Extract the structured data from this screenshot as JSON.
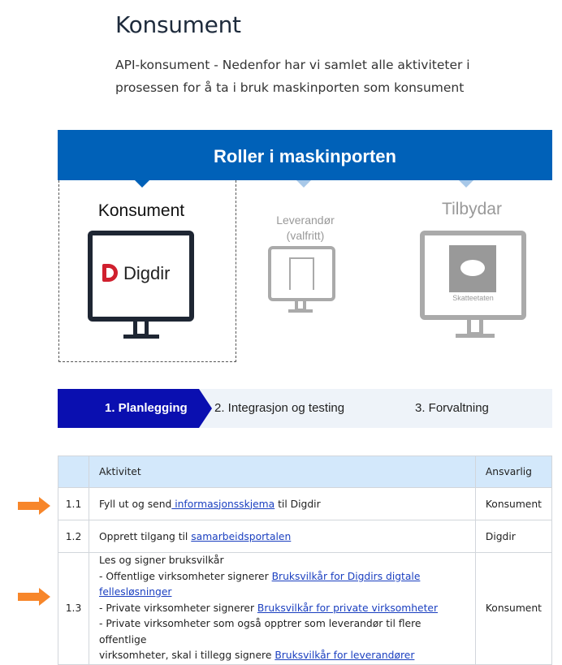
{
  "page": {
    "title": "Konsument",
    "intro": "API-konsument - Nedenfor har vi samlet alle aktiviteter i prosessen for å ta i bruk maskinporten som konsument"
  },
  "figure": {
    "banner": "Roller i maskinporten",
    "roles": [
      {
        "label": "Konsument",
        "logo_text": "Digdir"
      },
      {
        "label": "Leverandør",
        "sublabel": "(valfritt)"
      },
      {
        "label": "Tilbydar",
        "logo_text": "Skatteetaten"
      }
    ],
    "steps": [
      "1. Planlegging",
      "2. Integrasjon og testing",
      "3. Forvaltning"
    ],
    "colors": {
      "banner": "#0061b8",
      "active_step": "#0a0fb0",
      "digdir_red": "#d0202e"
    }
  },
  "table": {
    "headers": [
      "",
      "Aktivitet",
      "Ansvarlig"
    ],
    "rows": [
      {
        "num": "1.1",
        "pre": "Fyll ut og send",
        "link": " informasjonsskjema",
        "post": " til Digdir",
        "resp": "Konsument",
        "highlighted": true
      },
      {
        "num": "1.2",
        "pre": "Opprett tilgang til ",
        "link": "samarbeidsportalen",
        "post": "",
        "resp": "Digdir",
        "highlighted": false
      },
      {
        "num": "1.3",
        "lines": [
          {
            "pre": "Les og signer bruksvilkår"
          },
          {
            "pre": "- Offentlige virksomheter signerer ",
            "link": "Bruksvilkår for Digdirs digtale fellesløsninger"
          },
          {
            "pre": "- Private virksomheter signerer ",
            "link": "Bruksvilkår for private virksomheter"
          },
          {
            "pre": "- Private virksomheter som også opptrer som leverandør til flere offentlige"
          },
          {
            "pre": "virksomheter, skal i tillegg signere ",
            "link": "Bruksvilkår for leverandører"
          }
        ],
        "resp": "Konsument",
        "highlighted": true
      }
    ],
    "arrow_color": "#f7862a"
  }
}
